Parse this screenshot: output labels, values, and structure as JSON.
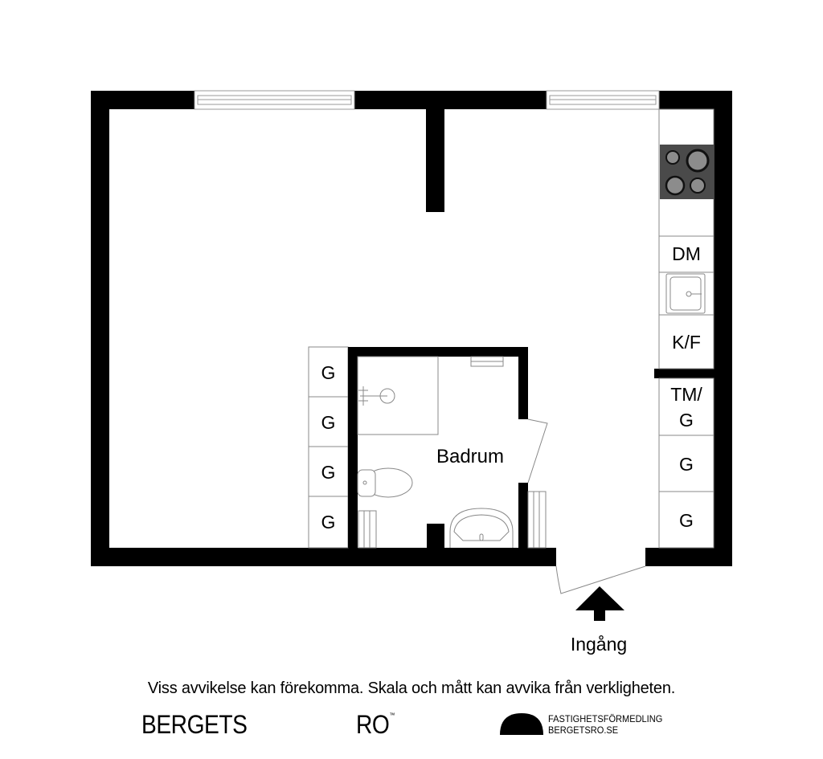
{
  "floorplan": {
    "rooms": {
      "bathroom": {
        "label": "Badrum"
      }
    },
    "kitchen_units": [
      {
        "id": "stove",
        "label": ""
      },
      {
        "id": "dishwasher",
        "label": "DM"
      },
      {
        "id": "sink",
        "label": ""
      },
      {
        "id": "fridge-freezer",
        "label": "K/F"
      }
    ],
    "hall_wardrobes": [
      {
        "label": "TM/\nG",
        "line1": "TM/",
        "line2": "G"
      },
      {
        "label": "G"
      },
      {
        "label": "G"
      }
    ],
    "living_wardrobes": [
      {
        "label": "G"
      },
      {
        "label": "G"
      },
      {
        "label": "G"
      },
      {
        "label": "G"
      }
    ],
    "entrance": {
      "label": "Ingång",
      "icon": "arrow-up-icon"
    },
    "colors": {
      "wall": "#000000",
      "stove": "#4a4a4a",
      "burner": "#8c8c8c",
      "line": "#888888"
    }
  },
  "footer": {
    "disclaimer": "Viss avvikelse kan förekomma. Skala och mått kan avvika från verkligheten.",
    "brand_left": "BERGETS",
    "brand_right": "RO",
    "brand_tm": "™",
    "agency_line1": "FASTIGHETSFÖRMEDLING",
    "agency_line2": "BERGETSRO.SE"
  }
}
